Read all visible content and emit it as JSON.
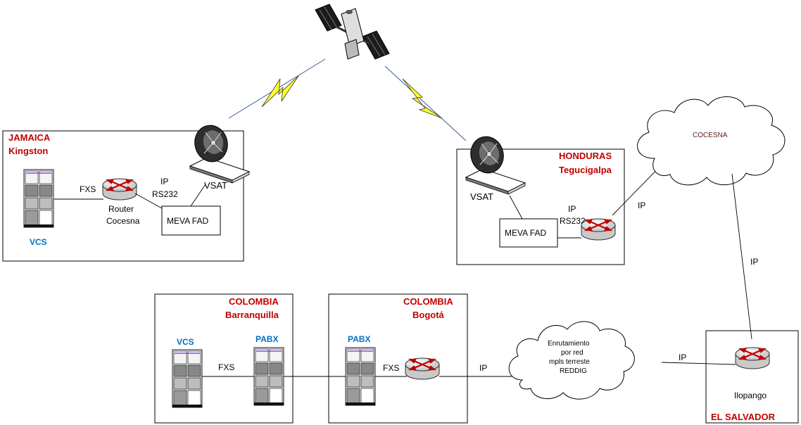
{
  "sites": {
    "jamaica": {
      "country": "JAMAICA",
      "city": "Kingston",
      "vcs": "VCS",
      "fxs": "FXS",
      "router": "Router",
      "router2": "Cocesna",
      "ip": "IP",
      "rs232": "RS232",
      "meva": "MEVA  FAD",
      "vsat": "VSAT"
    },
    "honduras": {
      "country": "HONDURAS",
      "city": "Tegucigalpa",
      "vsat": "VSAT",
      "meva": "MEVA  FAD",
      "ip": "IP",
      "rs232": "RS232"
    },
    "barranquilla": {
      "country": "COLOMBIA",
      "city": "Barranquilla",
      "vcs": "VCS",
      "pabx": "PABX",
      "fxs": "FXS"
    },
    "bogota": {
      "country": "COLOMBIA",
      "city": "Bogotá",
      "pabx": "PABX",
      "fxs": "FXS",
      "ip": "IP"
    },
    "elsalvador": {
      "country": "EL SALVADOR",
      "node": "Ilopango"
    }
  },
  "clouds": {
    "cocesna": "COCESNA",
    "mpls": [
      "Enrutamiento",
      "por red",
      "mpls terreste",
      "REDDIG"
    ]
  },
  "links": {
    "ip_honduras_cloud": "IP",
    "ip_cloud_salvador": "IP",
    "ip_mpls_salvador": "IP"
  },
  "colors": {
    "site_title": "#c00000",
    "equipment_label": "#0070c0",
    "lightning": "#ffff33"
  }
}
